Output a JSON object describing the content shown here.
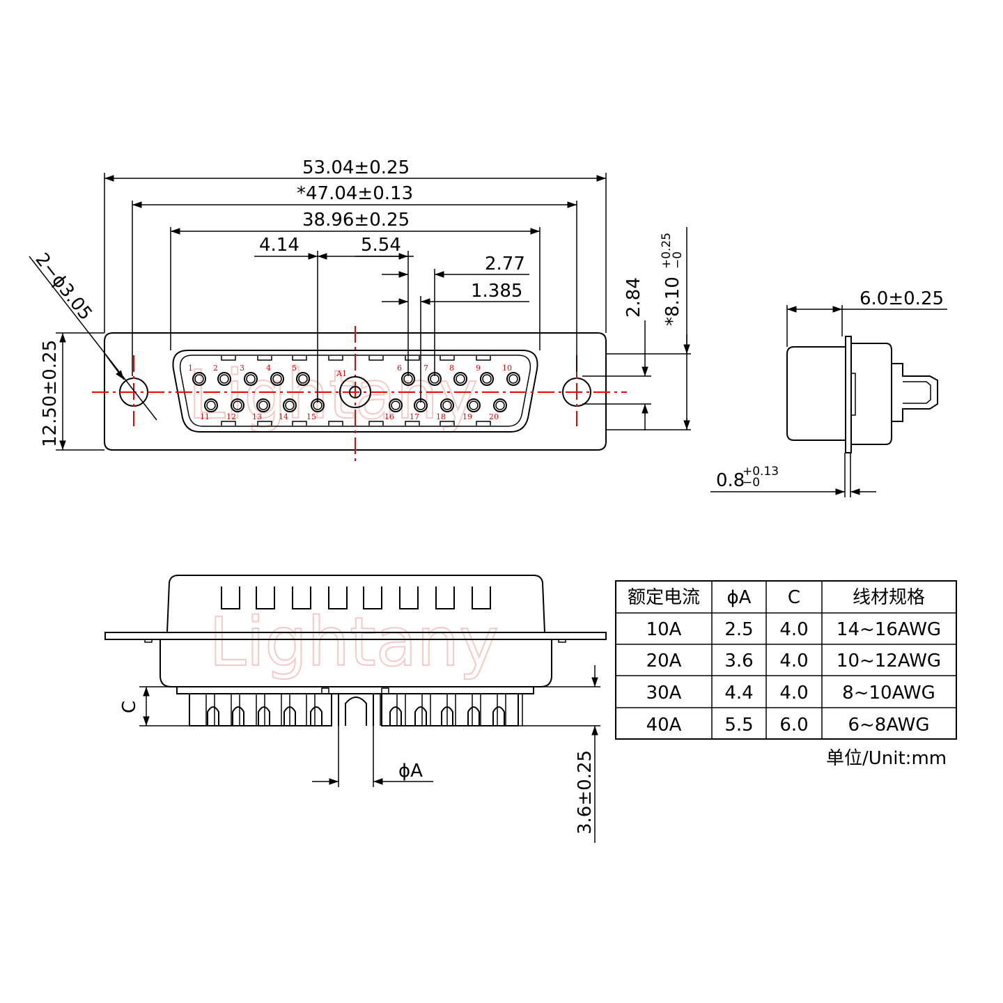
{
  "watermark": "Lightany",
  "front_view": {
    "dims": {
      "overall_width": "53.04±0.25",
      "mount_pitch": "*47.04±0.13",
      "shell_width": "38.96±0.25",
      "offset_left": "4.14",
      "offset_right": "5.54",
      "pin_pitch": "2.77",
      "half_pitch": "1.385",
      "height": "12.50±0.25",
      "row_spacing": "2.84",
      "shell_height_main": "*8.10",
      "shell_height_tol_plus": "+0.25",
      "shell_height_tol_minus": "−0",
      "mount_holes": "2−ϕ3.05"
    },
    "pin_labels_top": [
      "1",
      "2",
      "3",
      "4",
      "5",
      "6",
      "7",
      "8",
      "9",
      "10"
    ],
    "pin_labels_bottom": [
      "11",
      "12",
      "13",
      "14",
      "15",
      "16",
      "17",
      "18",
      "19",
      "20"
    ],
    "center_contact_label": "A1"
  },
  "side_view": {
    "dims": {
      "depth": "6.0±0.25",
      "flange_main": "0.8",
      "flange_tol_plus": "+0.13",
      "flange_tol_minus": "−0"
    }
  },
  "bottom_view": {
    "dims": {
      "c_label": "C",
      "phi_a": "ϕA",
      "pin_length": "3.6±0.25"
    }
  },
  "spec_table": {
    "headers": [
      "额定电流",
      "ϕA",
      "C",
      "线材规格"
    ],
    "rows": [
      [
        "10A",
        "2.5",
        "4.0",
        "14~16AWG"
      ],
      [
        "20A",
        "3.6",
        "4.0",
        "10~12AWG"
      ],
      [
        "30A",
        "4.4",
        "4.0",
        "8~10AWG"
      ],
      [
        "40A",
        "5.5",
        "6.0",
        "6~8AWG"
      ]
    ]
  },
  "unit_note": "单位/Unit:mm"
}
